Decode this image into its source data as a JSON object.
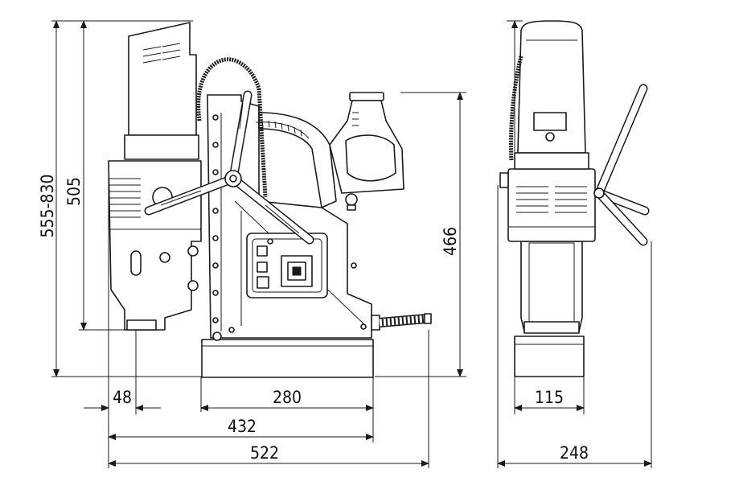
{
  "diagram": {
    "dimensions": {
      "height_total": "555-830",
      "height_column": "505",
      "height_466": "466",
      "offset_48": "48",
      "base_280": "280",
      "width_432": "432",
      "width_522": "522",
      "side_base_115": "115",
      "side_width_248": "248"
    },
    "colors": {
      "line": "#1a1a1a",
      "background": "#ffffff"
    }
  }
}
